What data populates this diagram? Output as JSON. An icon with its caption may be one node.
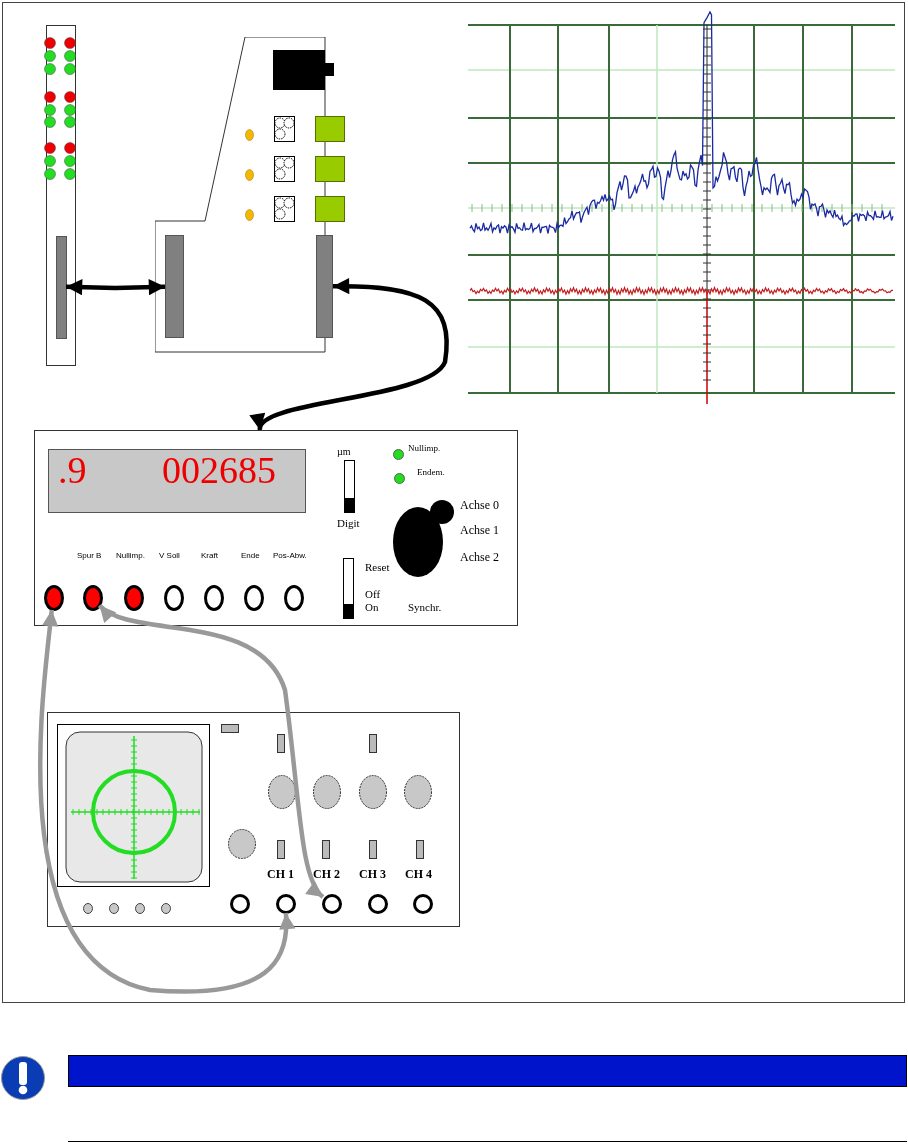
{
  "diagram": {
    "nodes": [
      {
        "text": [],
        "shape": "box"
      },
      {
        "text": [],
        "shape": "bar",
        "in": 0
      },
      {
        "text": [],
        "shape": "box"
      },
      {
        "text": [],
        "shape": "bar",
        "in": 2
      },
      {
        "text": [],
        "shape": "bar",
        "in": 2
      },
      {
        "text": [],
        "shape": "box"
      },
      {
        "text": [
          ".9",
          "002685"
        ],
        "in": 5
      },
      {
        "text": [],
        "shape": "circle",
        "in": 5
      },
      {
        "text": [],
        "shape": "circle",
        "in": 5
      },
      {
        "text": [],
        "shape": "circle",
        "in": 5
      },
      {
        "text": [],
        "shape": "circle",
        "in": 5
      },
      {
        "text": [],
        "shape": "circle",
        "in": 5
      },
      {
        "text": [],
        "shape": "circle",
        "in": 5
      },
      {
        "text": [],
        "shape": "circle",
        "in": 5
      },
      {
        "text": [],
        "shape": "box"
      },
      {
        "text": [],
        "shape": "circle",
        "in": 14
      },
      {
        "text": [],
        "shape": "circle",
        "in": 14
      },
      {
        "text": [],
        "shape": "circle",
        "in": 14
      },
      {
        "text": [],
        "shape": "circle",
        "in": 14
      },
      {
        "text": [],
        "shape": "circle",
        "in": 14
      }
    ],
    "edges": [
      {
        "from": 1,
        "to": 3,
        "arrow": "both",
        "color": "#000000"
      },
      {
        "from": 4,
        "to": 5,
        "arrow": "both",
        "color": "#000000"
      },
      {
        "from": 7,
        "to": 16,
        "arrow": "both",
        "color": "#999999"
      },
      {
        "from": 8,
        "to": 17,
        "arrow": "both",
        "color": "#999999"
      }
    ],
    "labels": [
      "Nullimp.",
      "µm",
      "Endem.",
      "Achse 0",
      "Digit",
      "Achse 1",
      "Spur B",
      "Nullimp.",
      "V Soll",
      "Kraft",
      "Ende",
      "Pos-Abw.",
      "Achse 2",
      "Reset",
      "Off",
      "On",
      "Synchr.",
      "CH 1",
      "CH 2",
      "CH 3",
      "CH 4"
    ]
  }
}
